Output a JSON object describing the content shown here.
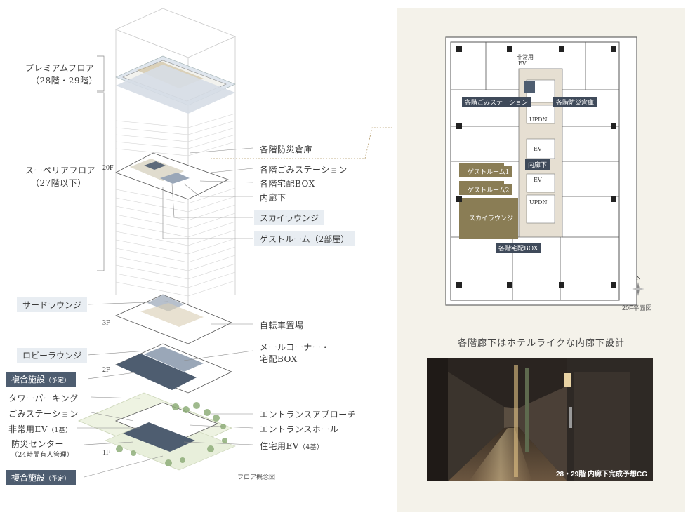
{
  "left": {
    "premium": {
      "line1": "プレミアムフロア",
      "line2": "（28階・29階）"
    },
    "superior": {
      "line1": "スーペリアフロア",
      "line2": "（27階以下）"
    },
    "floors": {
      "f20": "20F",
      "f3": "3F",
      "f2": "2F",
      "f1": "1F"
    },
    "callouts_right": {
      "disaster_storage": "各階防災倉庫",
      "garbage_station": "各階ごみステーション",
      "delivery_box": "各階宅配BOX",
      "inner_corridor": "内廊下",
      "sky_lounge": "スカイラウンジ",
      "guest_room": "ゲストルーム（2部屋）",
      "bicycle": "自転車置場",
      "mail_corner_1": "メールコーナー・",
      "mail_corner_2": "宅配BOX",
      "entrance_approach": "エントランスアプローチ",
      "entrance_hall": "エントランスホール",
      "residential_ev": "住宅用EV",
      "residential_ev_count": "（4基）"
    },
    "callouts_left": {
      "third_lounge": "サードラウンジ",
      "lobby_lounge": "ロビーラウンジ",
      "complex_2f": "複合施設",
      "complex_2f_note": "（予定）",
      "tower_parking": "タワーパーキング",
      "garbage_station_1f": "ごみステーション",
      "emergency_ev": "非常用EV",
      "emergency_ev_count": "（1基）",
      "disaster_center": "防災センター",
      "disaster_center_note": "（24時間有人管理）",
      "complex_1f": "複合施設",
      "complex_1f_note": "（予定）"
    },
    "caption": "フロア概念図"
  },
  "plan": {
    "emergency_ev_1": "非常用",
    "emergency_ev_2": "EV",
    "garbage": "各階ごみステーション",
    "storage": "各階防災倉庫",
    "ev_label": "EV",
    "updn": "UPDN",
    "corridor": "内廊下",
    "guest1": "ゲストルーム1",
    "guest2": "ゲストルーム2",
    "sky": "スカイラウンジ",
    "delivery": "各階宅配BOX",
    "north": "N",
    "caption": "20F平面図"
  },
  "corridor_section": {
    "title": "各階廊下はホテルライクな内廊下設計",
    "photo_caption": "28・29階 内廊下完成予想CG"
  },
  "colors": {
    "panel_bg": "#f4f2ea",
    "label_dark": "#4e5d70",
    "label_light": "#e8edf2",
    "guest_gold": "#8a7d55",
    "plan_label": "#3f4a5a"
  }
}
